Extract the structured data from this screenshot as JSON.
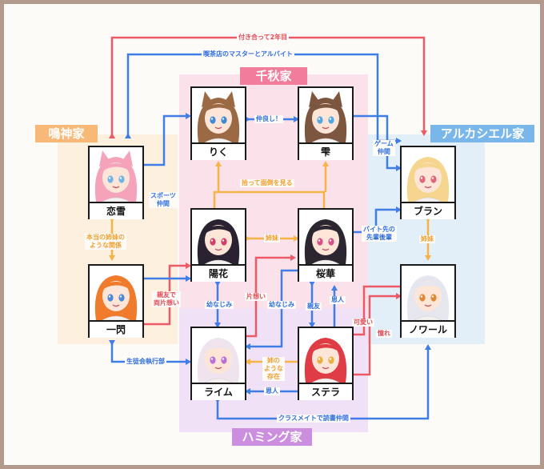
{
  "families": {
    "chiaki": {
      "title": "千秋家",
      "fill": "#fbe1ea",
      "title_color": "#f27c9c"
    },
    "narukami": {
      "title": "鳴神家",
      "fill": "#fdf0df",
      "title_color": "#f8b877"
    },
    "arcaciel": {
      "title": "アルカシエル家",
      "fill": "#e2eff9",
      "title_color": "#79b6ea"
    },
    "humming": {
      "title": "ハミング家",
      "fill": "#f1e1f6",
      "title_color": "#cc8fe0"
    }
  },
  "characters": [
    {
      "id": "riku",
      "name": "りく",
      "hair": "#9b6a45",
      "eye": "#3e8ad8",
      "ears": true
    },
    {
      "id": "shizuku",
      "name": "雫",
      "hair": "#7d5640",
      "eye": "#52a6e6",
      "ears": true
    },
    {
      "id": "renyuki",
      "name": "恋雪",
      "hair": "#f4a3bb",
      "eye": "#6fb5e8",
      "ears": true
    },
    {
      "id": "haruka",
      "name": "陽花",
      "hair": "#2a2230",
      "eye": "#d0406a",
      "ears": false
    },
    {
      "id": "ouka",
      "name": "桜華",
      "hair": "#2c2630",
      "eye": "#d85088",
      "ears": false
    },
    {
      "id": "buran",
      "name": "ブラン",
      "hair": "#f6d58e",
      "eye": "#e06878",
      "ears": false
    },
    {
      "id": "issen",
      "name": "一閃",
      "hair": "#f07b2c",
      "eye": "#4c8ad8",
      "ears": false
    },
    {
      "id": "noir",
      "name": "ノワール",
      "hair": "#e6e6ee",
      "eye": "#e08838",
      "ears": false
    },
    {
      "id": "raimu",
      "name": "ライム",
      "hair": "#efe4ee",
      "eye": "#b970d8",
      "ears": false
    },
    {
      "id": "sutera",
      "name": "ステラ",
      "hair": "#e03c46",
      "eye": "#e8b040",
      "ears": false
    }
  ],
  "relations": {
    "dating": "付き合って2年目",
    "cafe": "喫茶店のマスターとアルバイト",
    "nakayoshi": "仲良し！",
    "game": "ゲーム\n仲間",
    "sports": "スポーツ\n仲間",
    "found": "拾って面倒を見る",
    "honto": "本当の姉妹の\nような関係",
    "shimai1": "姉妹",
    "baito": "バイト先の\n先輩後輩",
    "shimai2": "姉妹",
    "shintomo": "親友で\n両片想い",
    "kataomoi": "片想い",
    "osana1": "幼なじみ",
    "osana2": "幼なじみ",
    "shinyu": "親友",
    "onjin1": "恩人",
    "kawaii": "可愛い",
    "akogare": "憧れ",
    "seito": "生徒会執行部",
    "ane": "姉の\nような\n存在",
    "onjin2": "恩人",
    "class": "クラスメイトで読書仲間"
  },
  "colors": {
    "blue": "#3f7ee6",
    "red": "#ec5a66",
    "orange": "#f6b347"
  }
}
